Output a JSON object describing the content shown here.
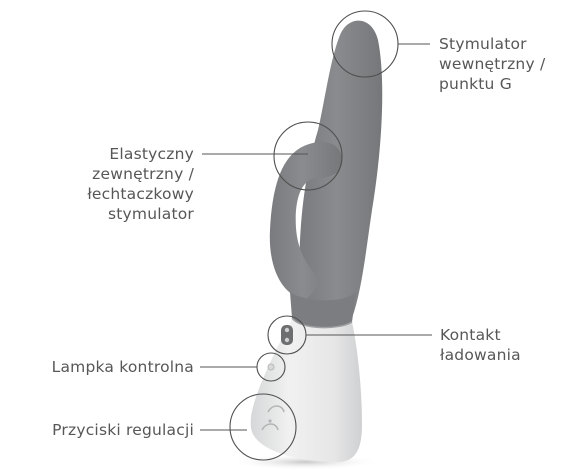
{
  "labels": {
    "stymulator_wewnetrzny": "Stymulator\nwewnętrzny /\npunktu G",
    "elastyczny": "Elastyczny\nzewnętrzny /\nłechtaczkowy\nstymulator",
    "kontakt": "Kontakt\nładowania",
    "lampka": "Lampka kontrolna",
    "przyciski": "Przyciski regulacji"
  },
  "colors": {
    "body_gray": "#808184",
    "handle_white": "#eaeaea",
    "handle_shadow": "#c9cacb",
    "line": "#555555",
    "text": "#575757"
  }
}
